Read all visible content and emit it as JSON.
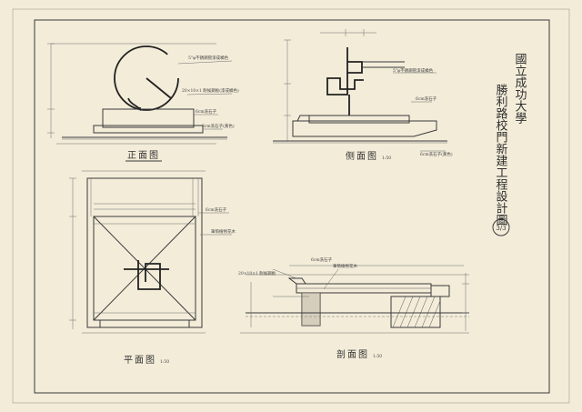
{
  "sheet": {
    "institution": "國立成功大學",
    "project_title": "勝利路校門新建工程設計圖",
    "sheet_number": "3/3"
  },
  "views": {
    "front_elevation": "正面图",
    "side_elevation": "侧面图",
    "plan": "平面图",
    "section": "剖面图",
    "scale": "1:50"
  },
  "notes": {
    "front_1": "5\"φ不銹鋼管漆成橘色",
    "front_2": "20×10×1 耐候鋼板(漆成橘色)",
    "front_3": "6cm洗石子",
    "front_4": "6cm洗石子(黃色)",
    "side_1": "5\"φ不銹鋼管漆成橘色",
    "side_2": "6cm洗石子",
    "side_3": "6cm洗石子(黃色)",
    "plan_1": "6cm洗石子",
    "plan_2": "筆筒植物花木",
    "sec_1": "6cm洗石子",
    "sec_2": "筆筒植物花木",
    "sec_3": "20×10×1 耐候鋼板"
  }
}
